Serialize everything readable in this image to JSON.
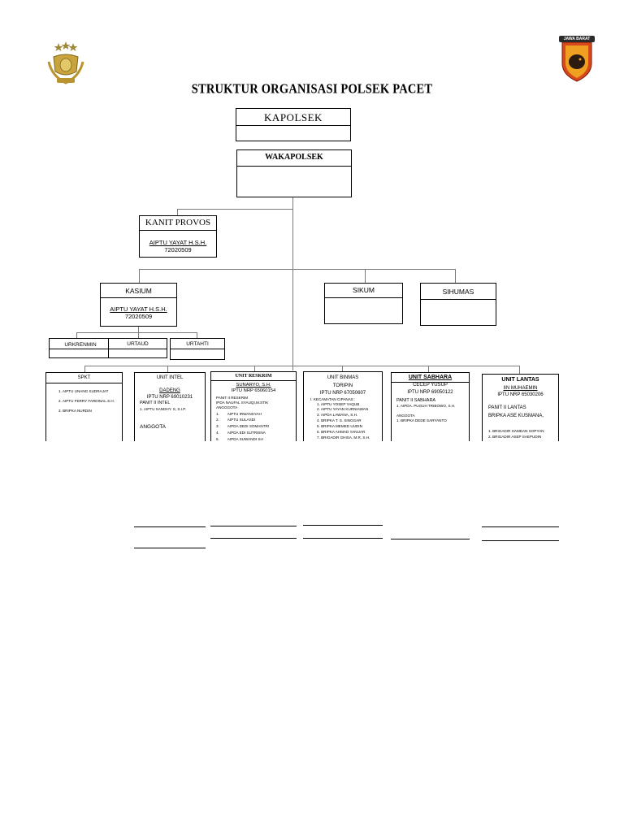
{
  "title": "STRUKTUR ORGANISASI POLSEK PACET",
  "logo_right": {
    "banner": "JAWA BARAT"
  },
  "kapolsek": {
    "label": "KAPOLSEK"
  },
  "wakapolsek": {
    "label": "WAKAPOLSEK"
  },
  "kanit_provos": {
    "label": "KANIT PROVOS",
    "name": "AIPTU YAYAT H.S.H.",
    "nrp": "72020509"
  },
  "kasium": {
    "label": "KASIUM",
    "name": "AIPTU YAYAT H.S.H.",
    "nrp": "72020509"
  },
  "sikum": {
    "label": "SIKUM"
  },
  "sihumas": {
    "label": "SIHUMAS"
  },
  "urkrenmin": {
    "label": "URKRENMIN"
  },
  "urtaud": {
    "label": "URTAUD"
  },
  "urtahti": {
    "label": "URTAHTI"
  },
  "spkt": {
    "label": "SPKT",
    "members": [
      "1.   AIPTU UNANG SUDRAJAT",
      "2.   AIPTU FERRY FARDINAL.S.H.",
      "3.   BRIPKA NURDIN"
    ]
  },
  "intel": {
    "label": "UNIT INTEL",
    "name": "DADENG",
    "nrp": "IPTU NRP 69010231",
    "panit": "PANIT II INTEL",
    "members": [
      "1.   AIPTU SANDHY. S, S.I.P."
    ],
    "anggota": "ANGGOTA"
  },
  "reskrim": {
    "label": "UNIT RESKRIM",
    "name": "SUNARYO, S.H.",
    "nrp": "IPTU NRP 65060154",
    "panit": "PANIT II RESKRIM",
    "panit_name": "IPDA NAUFAL SYAUQI,M.STIK",
    "anggota": "ANGGGOTA",
    "members": [
      "1.        AIPTU IRWANSYAH",
      "2.        AIPTU SULASDI",
      "3.        AIPDA DEDI SOMANTRI",
      "4.        AIPDA EDI SUTRISNA",
      "5.        AIPDA SUWANDI SH"
    ]
  },
  "binmas": {
    "label": "UNIT BINMAS",
    "name": "TORIPIN",
    "nrp": "IPTU NRP 67050607",
    "sub": "I.   KECAMATAN CIPANAS :",
    "members": [
      "1.   AIPTU YOSEP YAQUB",
      "2.   AIPTU YAYAN KURNIAWAN",
      "3.   AIPDA LAWANA, S.H.",
      "4.   BRIPKA T. S. SINGGAR",
      "5.   BRIPKA MEMED UUDIN",
      "6.   BRIPKA AHMAD YANUAR",
      "7.   BRIGADIR GHISA. M.R, S.H."
    ]
  },
  "sabhara": {
    "label": "UNIT SABHARA",
    "name": "CECEP YUSUP",
    "nrp": "IPTU NRP 69050122",
    "panit": "PANIT II SABHARA",
    "members": [
      "1.   AIPDA. PUGUH TRIBOWO, S.H."
    ],
    "anggota": "ANGGOTA",
    "members2": [
      "1.   BRIPKA DEDE SARYANTO"
    ]
  },
  "lantas": {
    "label": "UNIT LANTAS",
    "name": "IIN MUHAEMIN",
    "nrp": "IPTU NRP 65030206",
    "panit": "PANIT II LANTAS",
    "panit_name": "BRIPKA ASE KUSMANA,",
    "members": [
      "1.   BRIGADIR HAMDAN SOPYAN",
      "2.   BRIGADIR ASEP SAEPUDIN"
    ]
  }
}
